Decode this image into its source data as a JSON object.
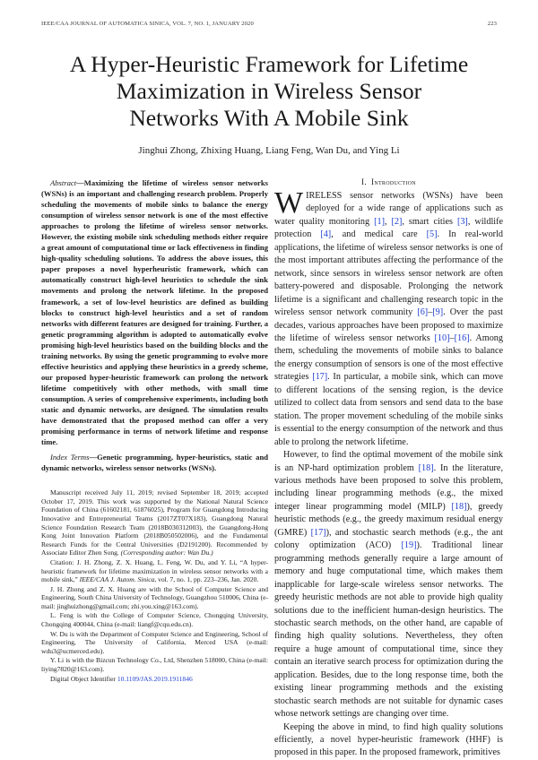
{
  "header": {
    "journal": "IEEE/CAA JOURNAL OF AUTOMATICA SINICA, VOL. 7, NO. 1, JANUARY 2020",
    "page_number": "223"
  },
  "paper": {
    "title_lines": [
      "A Hyper-Heuristic Framework for Lifetime",
      "Maximization in Wireless Sensor",
      "Networks With A Mobile Sink"
    ],
    "authors": "Jinghui Zhong, Zhixing Huang, Liang Feng, Wan Du, and Ying Li"
  },
  "abstract": {
    "lead": "Abstract",
    "dash": "—",
    "text": "Maximizing the lifetime of wireless sensor networks (WSNs) is an important and challenging research problem. Properly scheduling the movements of mobile sinks to balance the energy consumption of wireless sensor network is one of the most effective approaches to prolong the lifetime of wireless sensor networks. However, the existing mobile sink scheduling methods either require a great amount of computational time or lack effectiveness in finding high-quality scheduling solutions. To address the above issues, this paper proposes a novel hyperheuristic framework, which can automatically construct high-level heuristics to schedule the sink movements and prolong the network lifetime. In the proposed framework, a set of low-level heuristics are defined as building blocks to construct high-level heuristics and a set of random networks with different features are designed for training. Further, a genetic programming algorithm is adopted to automatically evolve promising high-level heuristics based on the building blocks and the training networks. By using the genetic programming to evolve more effective heuristics and applying these heuristics in a greedy scheme, our proposed hyper-heuristic framework can prolong the network lifetime competitively with other methods, with small time consumption. A series of comprehensive experiments, including both static and dynamic networks, are designed. The simulation results have demonstrated that the proposed method can offer a very promising performance in terms of network lifetime and response time."
  },
  "index_terms": {
    "lead": "Index Terms",
    "dash": "—",
    "text": "Genetic programming, hyper-heuristics, static and dynamic networks, wireless sensor networks (WSNs)."
  },
  "footnotes": {
    "manuscript": "Manuscript received July 11, 2019; revised September 18, 2019; accepted October 17, 2019. This work was supported by the National Natural Science Foundation of China (61602181, 61876025), Program for Guangdong Introducing Innovative and Entrepreneurial Teams (2017ZT07X183), Guangdong Natural Science Foundation Research Team (2018B030312003), the Guangdong-Hong Kong Joint Innovation Platform (2018B050502006), and the Fundamental Research Funds for the Central Universities (D2191200). Recommended by Associate Editor Zhen Song.",
    "corresponding": "(Corresponding author: Wan Du.)",
    "citation_pre": "Citation: J. H. Zhong, Z. X. Huang, L. Feng, W. Du, and Y. Li, “A hyper-heuristic framework for lifetime maximization in wireless sensor networks with a mobile sink,” ",
    "citation_journal": "IEEE/CAA J. Autom. Sinica",
    "citation_post": ", vol. 7, no. 1, pp. 223–236, Jan. 2020.",
    "affil_1": "J. H. Zhong and Z. X. Huang are with the School of Computer Science and Engineering, South China University of Technology, Guangzhou 510006, China (e-mail: jinghuizhong@gmail.com; zhi.you.xing@163.com).",
    "affil_2": "L. Feng is with the College of Computer Science, Chongqing University, Chongqing 400044, China (e-mail: liangf@cqu.edu.cn).",
    "affil_3": "W. Du is with the Department of Computer Science and Engineering, School of Engineering, The University of California, Merced USA (e-mail: wdu3@ucmerced.edu).",
    "affil_4": "Y. Li is with the Bizcun Technology Co., Ltd, Shenzhen 518000, China (e-mail: liying7820@163.com).",
    "doi_label": "Digital Object Identifier ",
    "doi": "10.1109/JAS.2019.1911846"
  },
  "introduction": {
    "heading_num": "I.",
    "heading_title": "Introduction",
    "dropcap": "W",
    "p1_parts": [
      "IRELESS sensor networks (WSNs) have been deployed for a wide range of applications such as water quality monitoring ",
      "[1]",
      ", ",
      "[2]",
      ", smart cities ",
      "[3]",
      ", wildlife protection ",
      "[4]",
      ", and medical care ",
      "[5]",
      ". In real-world applications, the lifetime of wireless sensor networks is one of the most important attributes affecting the performance of the network, since sensors in wireless sensor network are often battery-powered and disposable. Prolonging the network lifetime is a significant and challenging research topic in the wireless sensor network community ",
      "[6]",
      "–",
      "[9]",
      ". Over the past decades, various approaches have been proposed to maximize the lifetime of wireless sensor networks ",
      "[10]",
      "–",
      "[16]",
      ". Among them, scheduling the movements of mobile sinks to balance the energy consumption of sensors is one of the most effective strategies ",
      "[17]",
      ". In particular, a mobile sink, which can move to different locations of the sensing region, is the device utilized to collect data from sensors and send data to the base station. The proper movement scheduling of the mobile sinks is essential to the energy consumption of the network and thus able to prolong the network lifetime."
    ],
    "p2_parts": [
      "However, to find the optimal movement of the mobile sink is an NP-hard optimization problem ",
      "[18]",
      ". In the literature, various methods have been proposed to solve this problem, including linear programming methods (e.g., the mixed integer linear programming model (MILP) ",
      "[18]",
      "), greedy heuristic methods (e.g., the greedy maximum residual energy (GMRE) ",
      "[17]",
      "), and stochastic search methods (e.g., the ant colony optimization (ACO) ",
      "[19]",
      "). Traditional linear programming methods generally require a large amount of memory and huge computational time, which makes them inapplicable for large-scale wireless sensor networks. The greedy heuristic methods are not able to provide high quality solutions due to the inefficient human-design heuristics. The stochastic search methods, on the other hand, are capable of finding high quality solutions. Nevertheless, they often require a huge amount of computational time, since they contain an iterative search process for optimization during the application. Besides, due to the long response time, both the existing linear programming methods and the existing stochastic search methods are not suitable for dynamic cases whose network settings are changing over time."
    ],
    "p3": "Keeping the above in mind, to find high quality solutions efficiently, a novel hyper-heuristic framework (HHF) is proposed in this paper. In the proposed framework, primitives"
  },
  "colors": {
    "link": "#1f3fd1",
    "text": "#1a1a1a"
  }
}
